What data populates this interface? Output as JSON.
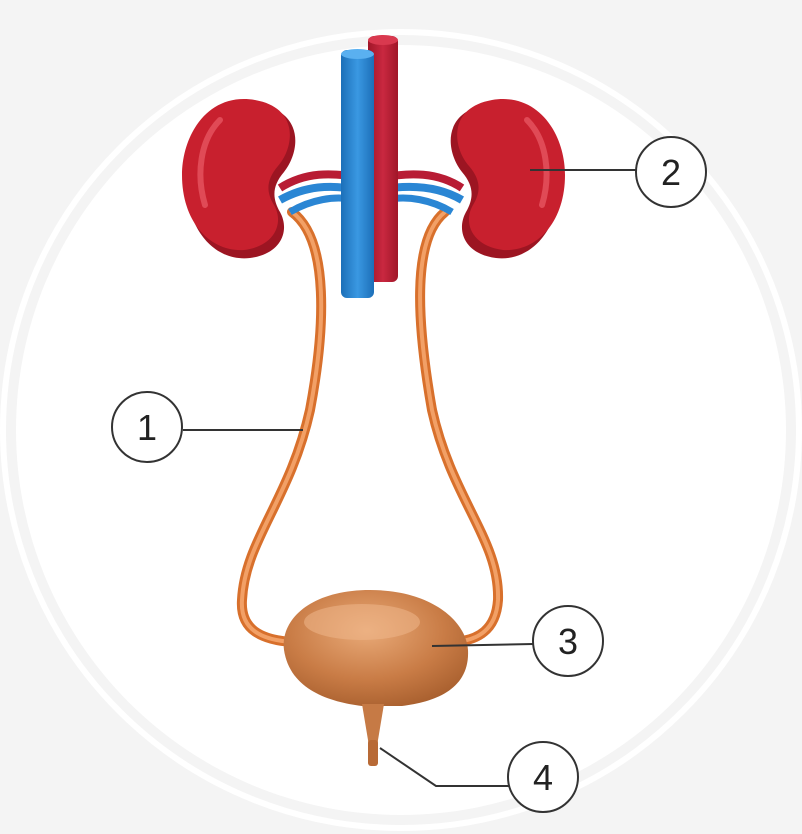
{
  "diagram": {
    "callouts": [
      {
        "id": "1",
        "number": "1",
        "target": "ureter"
      },
      {
        "id": "2",
        "number": "2",
        "target": "kidney"
      },
      {
        "id": "3",
        "number": "3",
        "target": "urinary-bladder"
      },
      {
        "id": "4",
        "number": "4",
        "target": "urethra"
      }
    ]
  },
  "colors": {
    "background": "#f4f4f4",
    "circle_backdrop": "#ffffff",
    "kidney": "#c8202e",
    "kidney_shadow": "#9c1522",
    "vein": "#2a86d4",
    "artery": "#b81c34",
    "ureter": "#e8823a",
    "bladder": "#c67a45",
    "bladder_highlight": "#e3a070",
    "leader_line": "#333333"
  }
}
